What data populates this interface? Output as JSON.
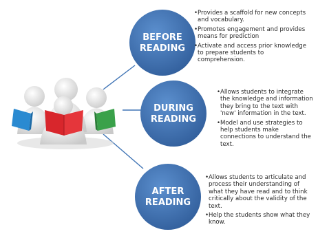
{
  "stages": [
    {
      "line1": "BEFORE",
      "line2": "READING",
      "bullets": [
        "Provides a scaffold for new concepts and vocabulary.",
        "Promotes engagement and provides means for prediction",
        "Activate and access prior knowledge to prepare students to comprehension."
      ]
    },
    {
      "line1": "DURING",
      "line2": "READING",
      "bullets": [
        "Allows students to integrate the knowledge and information they bring to the text with 'new' information in the text.",
        "Model and use strategies to help students make connections to understand the text."
      ]
    },
    {
      "line1": "AFTER",
      "line2": "READING",
      "bullets": [
        "Allows students to articulate and process their understanding of what they have read and to think critically about the validity of the text.",
        "Help the students show what they know."
      ]
    }
  ],
  "colors": {
    "circle": "#3f74b5",
    "connector": "#3f74b5",
    "figure": "#e4e4e4",
    "book_red": "#d8262c",
    "book_blue": "#2a8ad1",
    "book_green": "#3aa14a"
  },
  "icons": [
    "students-reading-illustration"
  ]
}
